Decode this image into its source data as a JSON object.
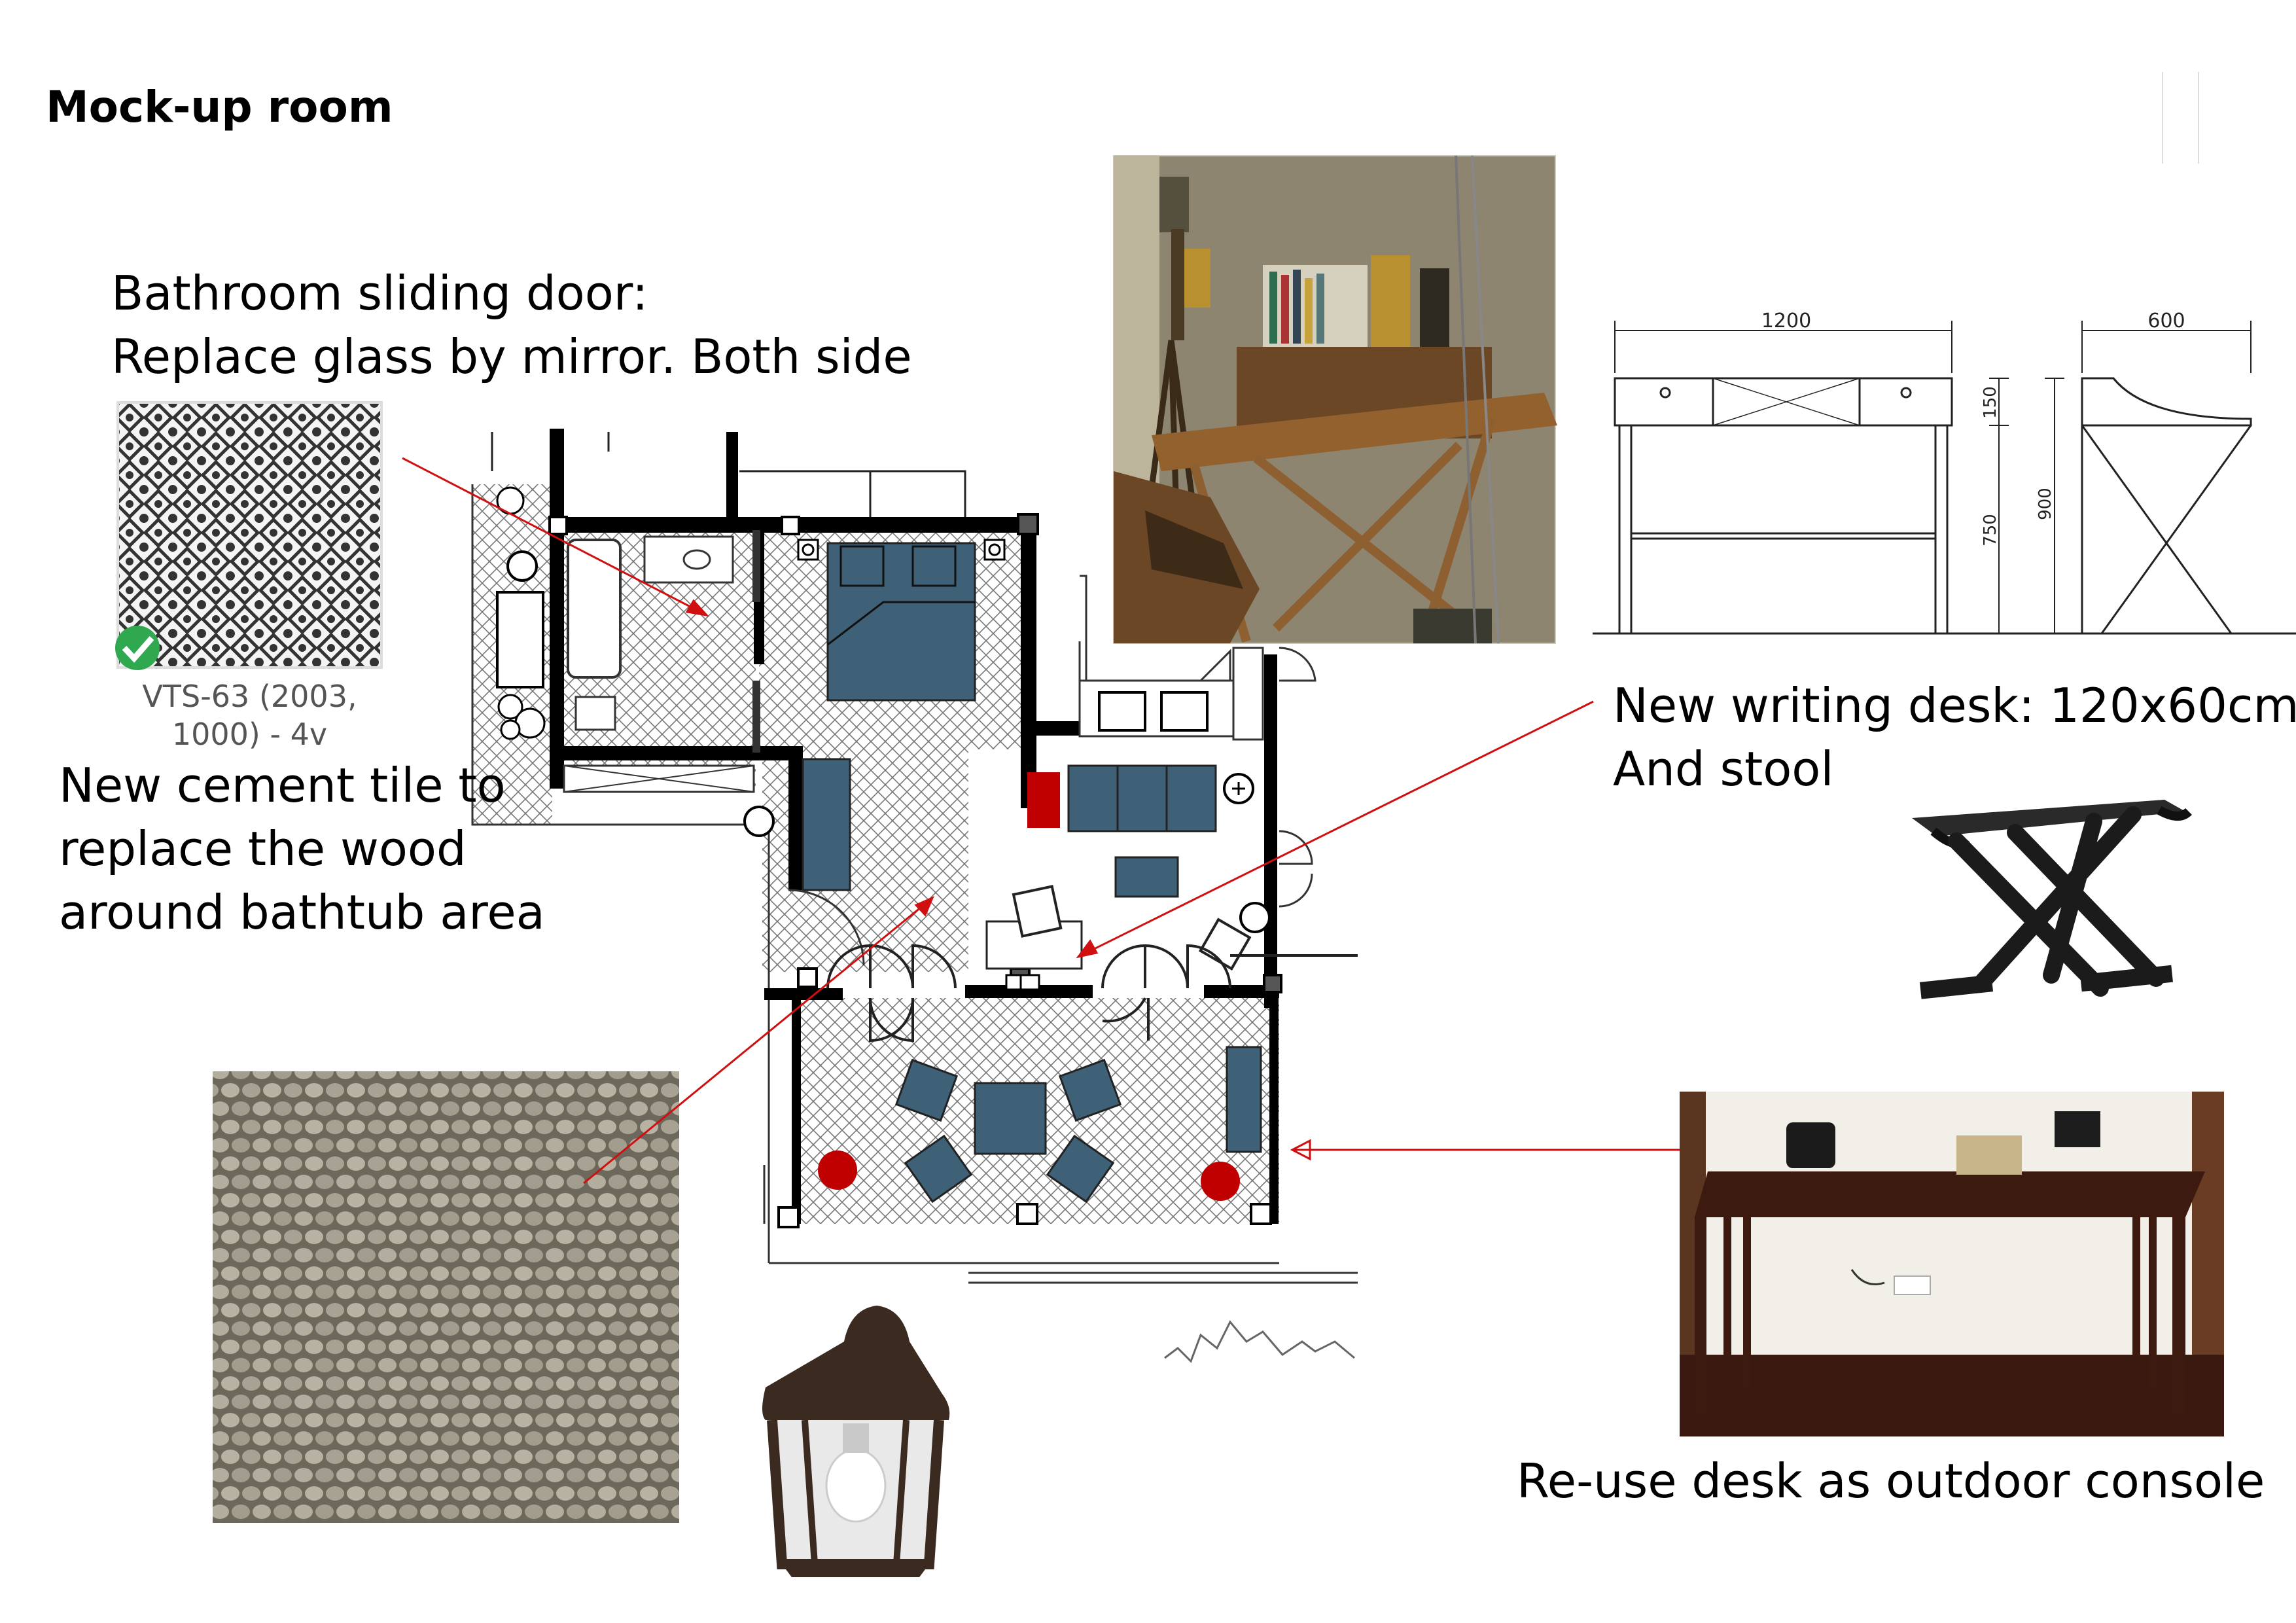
{
  "page_title": "Mock-up room",
  "notes": {
    "bathroom_door_line1": "Bathroom sliding door:",
    "bathroom_door_line2": "Replace glass by mirror. Both side",
    "cement_tile_line1": "New cement tile to",
    "cement_tile_line2": "replace the wood",
    "cement_tile_line3": "around bathtub area",
    "writing_desk_line1": "New writing desk: 120x60cm",
    "writing_desk_line2": "And stool",
    "reuse_desk": "Re-use desk as outdoor console"
  },
  "tile_sample": {
    "caption_line1": "VTS-63 (2003,",
    "caption_line2": "1000) - 4v"
  },
  "desk_drawing": {
    "width_dim": "1200",
    "depth_dim": "600",
    "drawer_dim": "150",
    "table_height_dim": "750",
    "total_height_dim": "900"
  },
  "colors": {
    "furniture_blue": "#3f6177",
    "accent_red": "#c00000",
    "arrow_red": "#d01010",
    "wall": "#000000"
  }
}
